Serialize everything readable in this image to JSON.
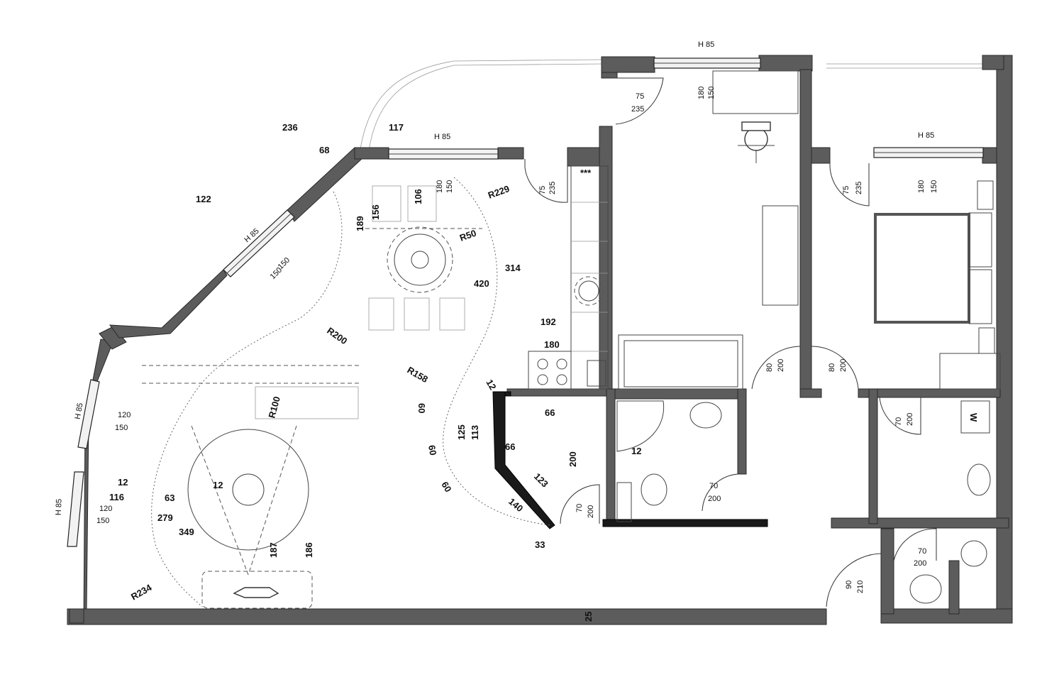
{
  "window_heights": {
    "top_kitchen": "H 85",
    "top_office": "H 85",
    "top_bedroom": "H 85",
    "diagonal": "H 85",
    "left_upper": "H 85",
    "left_lower": "H 85"
  },
  "window_dims": {
    "office_180": "180",
    "office_150": "150",
    "kitchen_180": "180",
    "kitchen_150": "150",
    "bedroom_180": "180",
    "bedroom_150": "150",
    "diag_150a": "150",
    "diag_150b": "150",
    "left_120a": "120",
    "left_150a": "150",
    "left_120b": "120",
    "left_150b": "150"
  },
  "door_dims": {
    "balcony_75": "75",
    "balcony_235": "235",
    "kitchen_75": "75",
    "kitchen_235": "235",
    "bedroom_75": "75",
    "bedroom_235": "235",
    "hall_a_80": "80",
    "hall_a_200": "200",
    "hall_b_80": "80",
    "hall_b_200": "200",
    "bath_70": "70",
    "bath_200": "200",
    "closet_70": "70",
    "closet_200": "200",
    "storage_70": "70",
    "storage_200": "200",
    "wc_70": "70",
    "wc_200": "200",
    "entry_90": "90",
    "entry_210": "210"
  },
  "dimensions": {
    "d236": "236",
    "d117": "117",
    "d68": "68",
    "d122": "122",
    "d189": "189",
    "d156": "156",
    "d106": "106",
    "r229": "R229",
    "r50": "R50",
    "d314": "314",
    "d420": "420",
    "d192": "192",
    "d180": "180",
    "r200": "R200",
    "r158": "R158",
    "d12a": "12",
    "r100": "R100",
    "d60a": "60",
    "d60b": "60",
    "d60c": "60",
    "d125": "125",
    "d113": "113",
    "d66a": "66",
    "d66b": "66",
    "d200": "200",
    "d123": "123",
    "d140": "140",
    "d33": "33",
    "d12b": "12",
    "d116": "116",
    "d63": "63",
    "d12c": "12",
    "d279": "279",
    "d349": "349",
    "d187": "187",
    "d186": "186",
    "r234": "R234",
    "d25": "25",
    "d12d": "12"
  },
  "symbols": {
    "stove_marks": "***",
    "wm": "W"
  }
}
